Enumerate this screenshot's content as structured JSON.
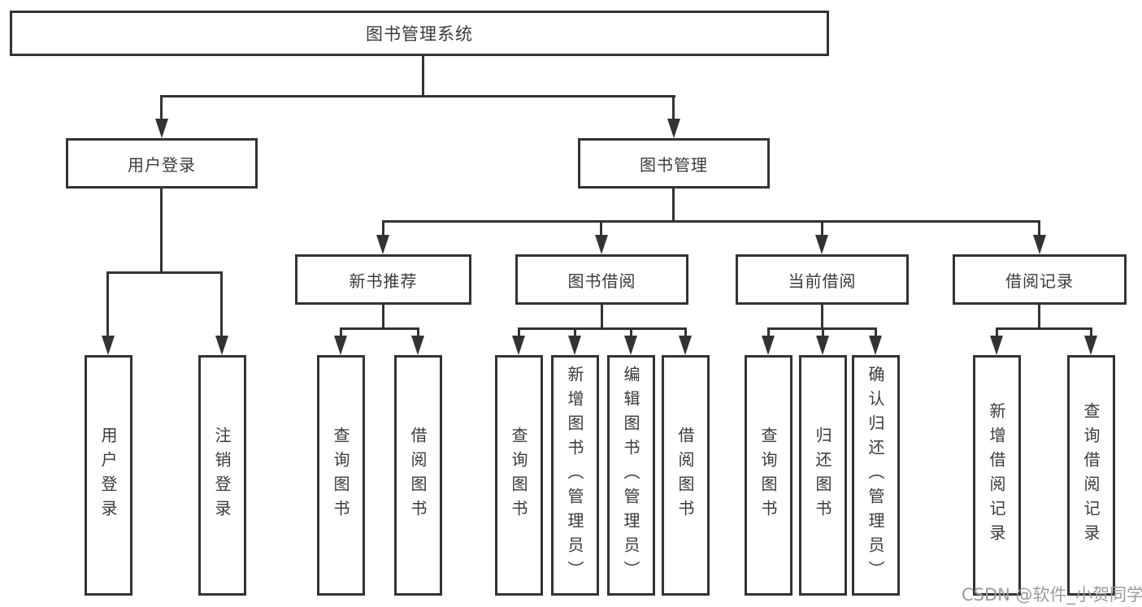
{
  "diagram": {
    "root": {
      "label": "图书管理系统"
    },
    "branches": [
      {
        "label": "用户登录",
        "children": [
          {
            "label": "用户登录"
          },
          {
            "label": "注销登录"
          }
        ]
      },
      {
        "label": "图书管理",
        "children": [
          {
            "label": "新书推荐",
            "children": [
              {
                "label": "查询图书"
              },
              {
                "label": "借阅图书"
              }
            ]
          },
          {
            "label": "图书借阅",
            "children": [
              {
                "label": "查询图书"
              },
              {
                "label": "新增图书（管理员）"
              },
              {
                "label": "编辑图书（管理员）"
              },
              {
                "label": "借阅图书"
              }
            ]
          },
          {
            "label": "当前借阅",
            "children": [
              {
                "label": "查询图书"
              },
              {
                "label": "归还图书"
              },
              {
                "label": "确认归还（管理员）"
              }
            ]
          },
          {
            "label": "借阅记录",
            "children": [
              {
                "label": "新增借阅记录"
              },
              {
                "label": "查询借阅记录"
              }
            ]
          }
        ]
      }
    ]
  },
  "watermark": {
    "text": "CSDN @软件_小贺同学"
  },
  "colors": {
    "line": "#333333",
    "box_border": "#333333",
    "text": "#3a3a3a",
    "background": "#ffffff",
    "watermark": "#9b9b9b"
  }
}
